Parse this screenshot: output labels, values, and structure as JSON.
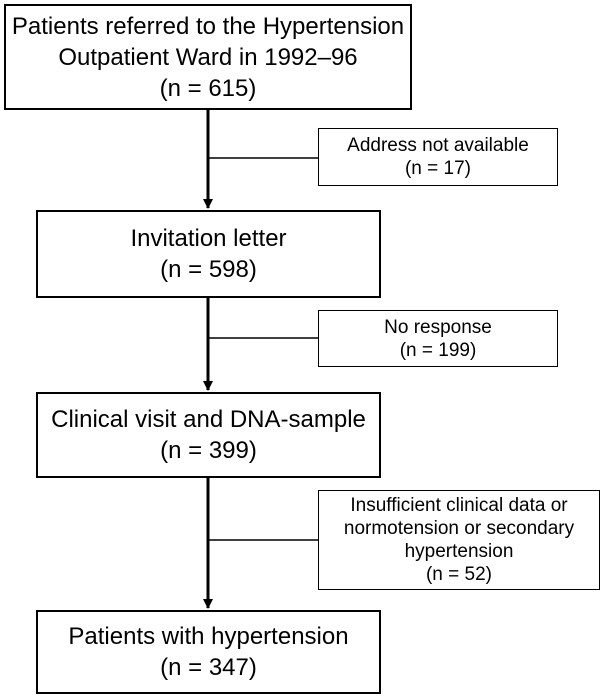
{
  "flowchart": {
    "main_steps": [
      {
        "lines": [
          "Patients referred to the Hypertension",
          "Outpatient Ward in 1992–96",
          "(n = 615)"
        ]
      },
      {
        "lines": [
          "Invitation letter",
          "(n = 598)"
        ]
      },
      {
        "lines": [
          "Clinical visit and DNA-sample",
          "(n = 399)"
        ]
      },
      {
        "lines": [
          "Patients with hypertension",
          "(n = 347)"
        ]
      }
    ],
    "exclusions": [
      {
        "lines": [
          "Address not available",
          "(n = 17)"
        ]
      },
      {
        "lines": [
          "No response",
          "(n = 199)"
        ]
      },
      {
        "lines": [
          "Insufficient clinical data or",
          "normotension or secondary",
          "hypertension",
          "(n = 52)"
        ]
      }
    ]
  }
}
